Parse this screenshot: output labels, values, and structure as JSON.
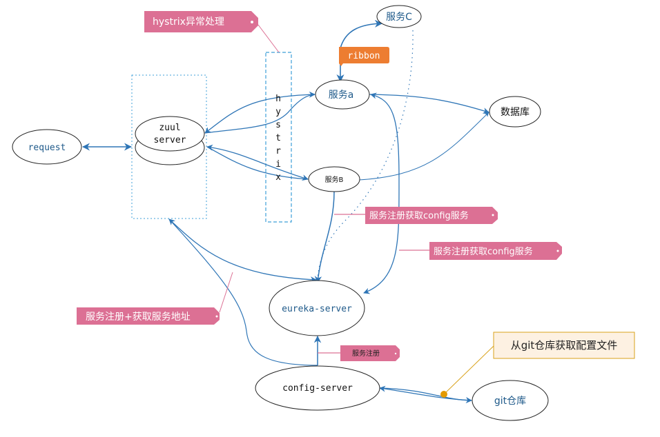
{
  "diagram": {
    "nodes": {
      "request": "request",
      "zuul_line1": "zuul",
      "zuul_line2": "server",
      "service_a": "服务a",
      "service_b": "服务B",
      "service_c": "服务C",
      "database": "数据库",
      "eureka": "eureka-server",
      "config": "config-server",
      "git": "git仓库"
    },
    "groups": {
      "hystrix_letters": [
        "h",
        "y",
        "s",
        "t",
        "r",
        "i",
        "x"
      ]
    },
    "callouts": {
      "hystrix": "hystrix异常处理",
      "ribbon": "ribbon",
      "reg_config_1": "服务注册获取config服务",
      "reg_config_2": "服务注册获取config服务",
      "reg_address": "服务注册+获取服务地址",
      "register": "服务注册",
      "git_note": "从git仓库获取配置文件"
    },
    "colors": {
      "edge": "#2e75b6",
      "dotted_box": "#3c9fd8",
      "pink_tag": "#dc7094",
      "orange_tag": "#ed7d31",
      "note_border": "#d9a21b",
      "note_fill": "#fdf1e2",
      "node_text_blue": "#1f5a8a",
      "git_dot": "#e39a00"
    }
  }
}
